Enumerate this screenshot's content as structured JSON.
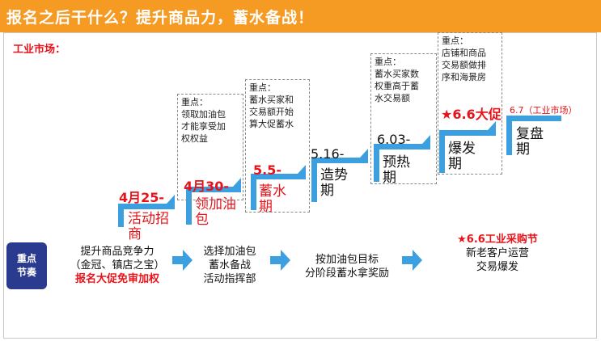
{
  "header": {
    "title": "报名之后干什么？提升商品力，蓄水备战！"
  },
  "subtitle": "工业市场：",
  "stages": [
    {
      "date": "4月25-",
      "name": "活动招商"
    },
    {
      "date": "4月30-",
      "name": "领加油包"
    },
    {
      "date": "5.5-",
      "name": "蓄水期"
    },
    {
      "date": "5.16-",
      "name": "造势期"
    },
    {
      "date": "6.03-",
      "name": "预热期"
    },
    {
      "date": "★6.6大促",
      "name": "爆发期"
    },
    {
      "date": "6.7（工业市场）",
      "name": "复盘期"
    }
  ],
  "notes": [
    {
      "text": "重点：\n领取加油包\n才能享受加\n权权益"
    },
    {
      "text": "重点：\n蓄水买家和\n交易额开始\n算大促蓄水"
    },
    {
      "text": "重点：\n蓄水买家数\n权重高于蓄\n水交易额"
    },
    {
      "text": "重点：\n店铺和商品\n交易额做排\n序和海景房"
    }
  ],
  "rhythm": {
    "label": "重点节奏",
    "items": [
      {
        "line1": "提升商品竞争力",
        "line2": "（金冠、镇店之宝）",
        "line3": "报名大促免审加权"
      },
      {
        "line1": "选择加油包",
        "line2": "蓄水备战",
        "line3": "活动指挥部"
      },
      {
        "line1": "按加油包目标",
        "line2": "分阶段蓄水拿奖励",
        "line3": ""
      },
      {
        "line1": "★6.6工业采购节",
        "line2": "新老客户运营",
        "line3": "交易爆发"
      }
    ]
  },
  "colors": {
    "header": "#f59a23",
    "accent_red": "#e8131a",
    "step_blue": "#3c9fe0",
    "key_blue": "#2a3b8f"
  }
}
